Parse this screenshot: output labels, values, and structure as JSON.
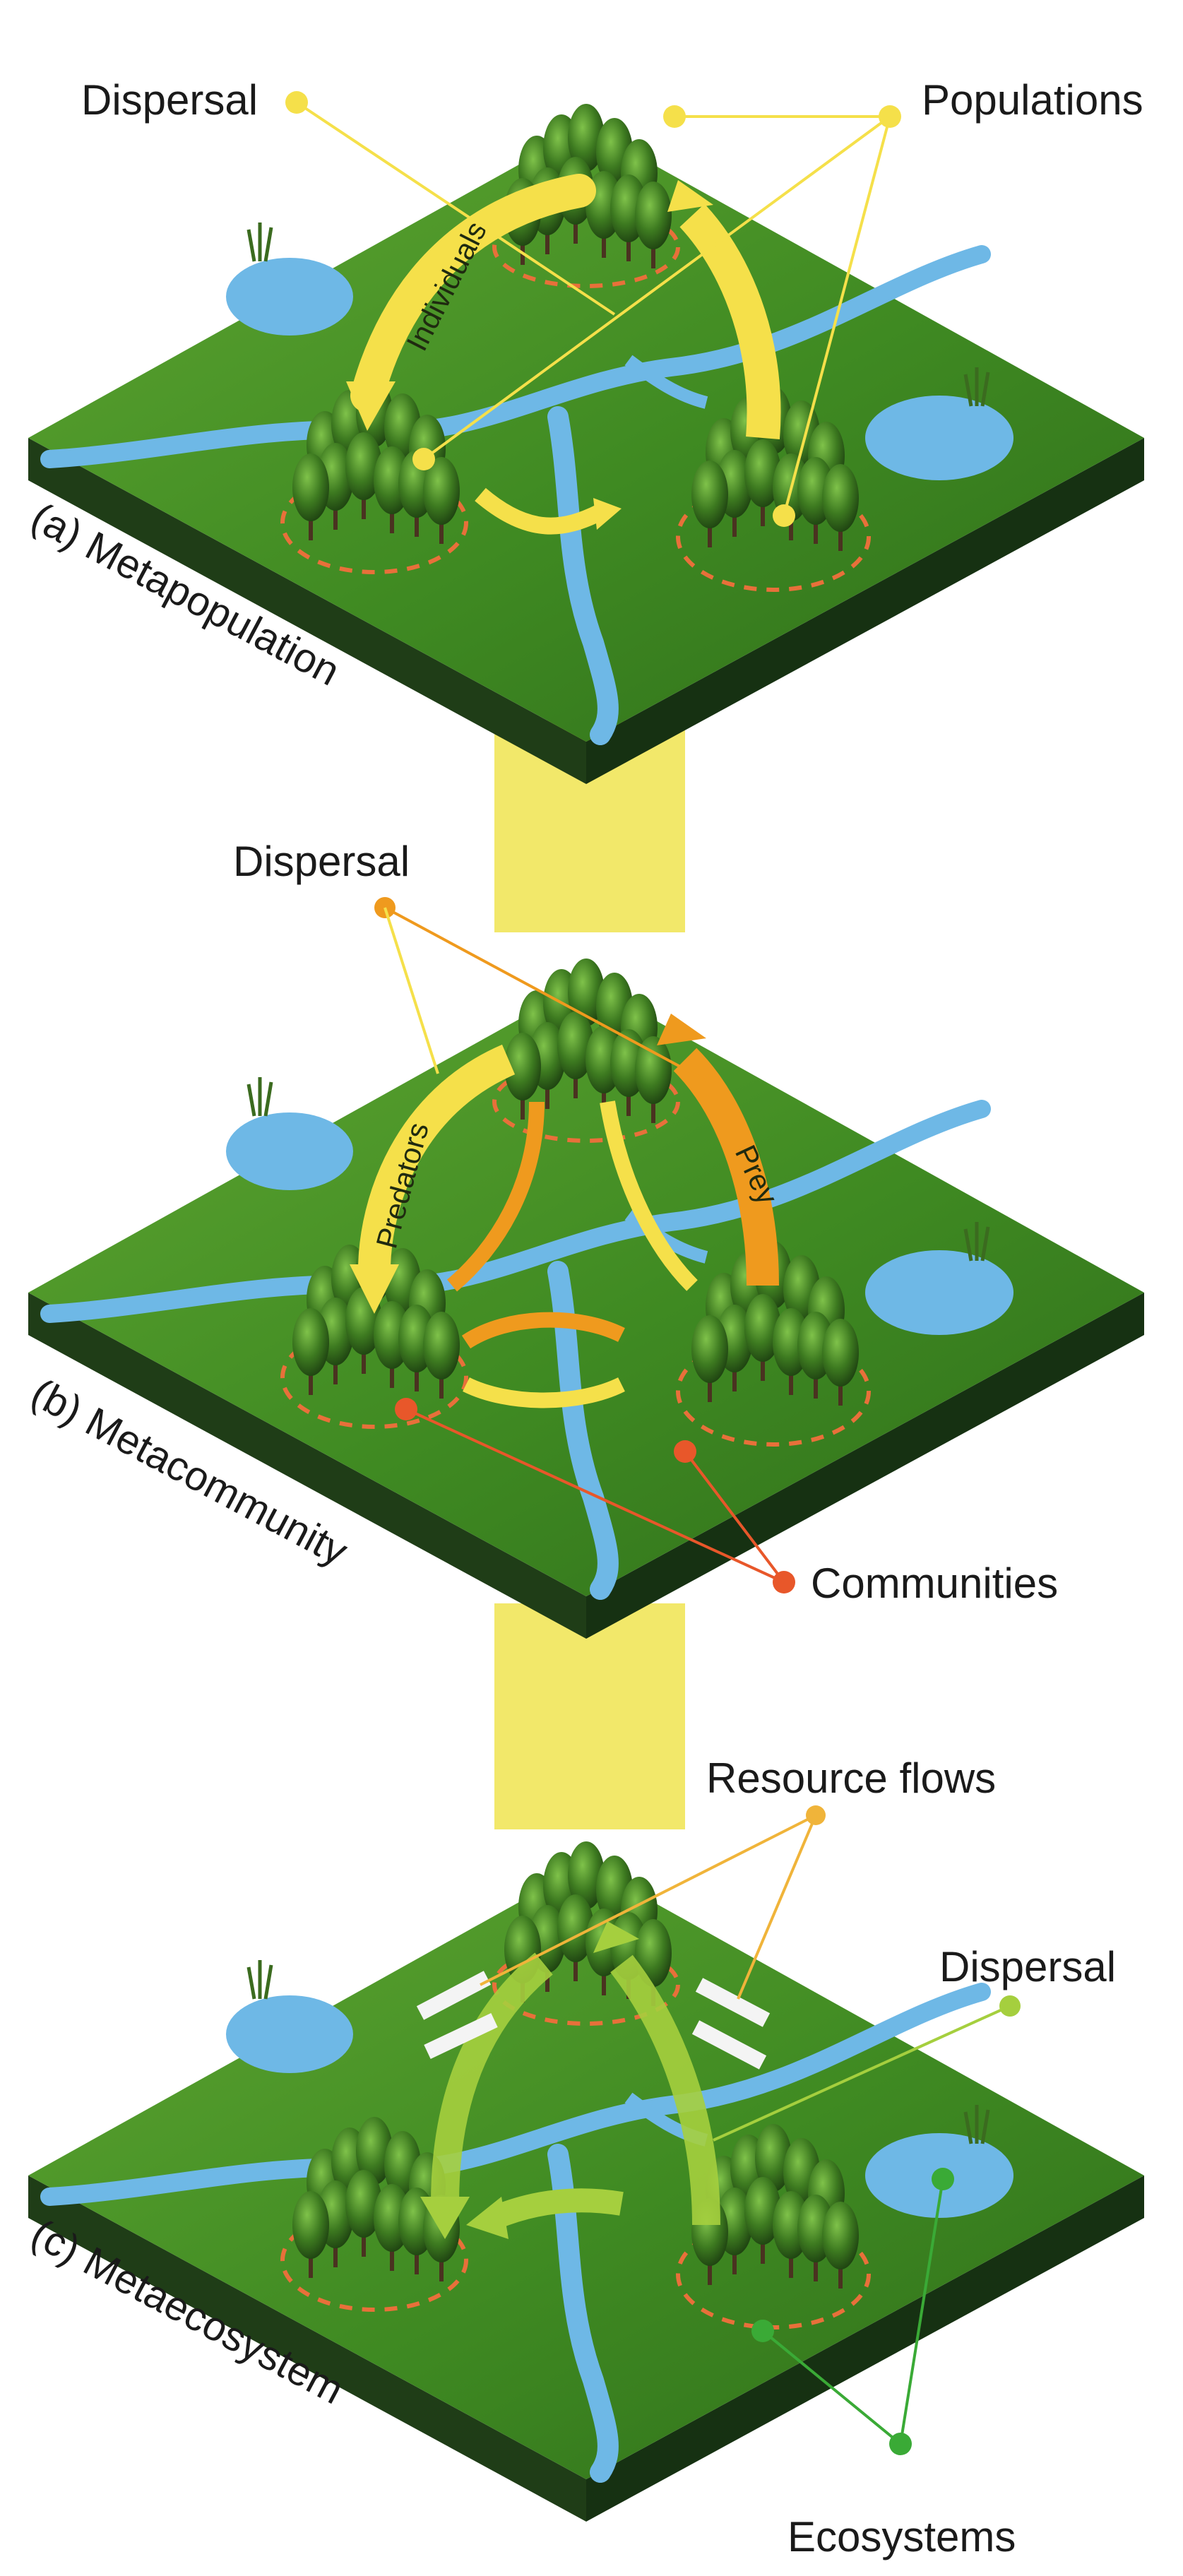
{
  "panels": [
    {
      "id": "a",
      "title": "(a) Metapopulation",
      "arrow_labels": [
        "Individuals"
      ],
      "callouts": {
        "dispersal": "Dispersal",
        "units": "Populations"
      }
    },
    {
      "id": "b",
      "title": "(b) Metacommunity",
      "arrow_labels": [
        "Predators",
        "Prey"
      ],
      "callouts": {
        "dispersal": "Dispersal",
        "units": "Communities"
      }
    },
    {
      "id": "c",
      "title": "(c) Metaecosystem",
      "arrow_labels": [],
      "callouts": {
        "resource_flows": "Resource flows",
        "dispersal": "Dispersal",
        "units": "Ecosystems"
      }
    }
  ],
  "colors": {
    "ground": "#3f8a22",
    "ground_light": "#5fa632",
    "ground_side": "#1f3d17",
    "water": "#6eb8e6",
    "forest": "#2e6418",
    "dashed_ring": "#e8703a",
    "connector": "#f2e86a",
    "yellow": "#f5e04a",
    "orange": "#ef9a1e",
    "red_orange": "#e8572a",
    "green_arrow": "#a5cf3e",
    "green_callout": "#3aaa36",
    "white_arrow": "#f4f4f4"
  }
}
